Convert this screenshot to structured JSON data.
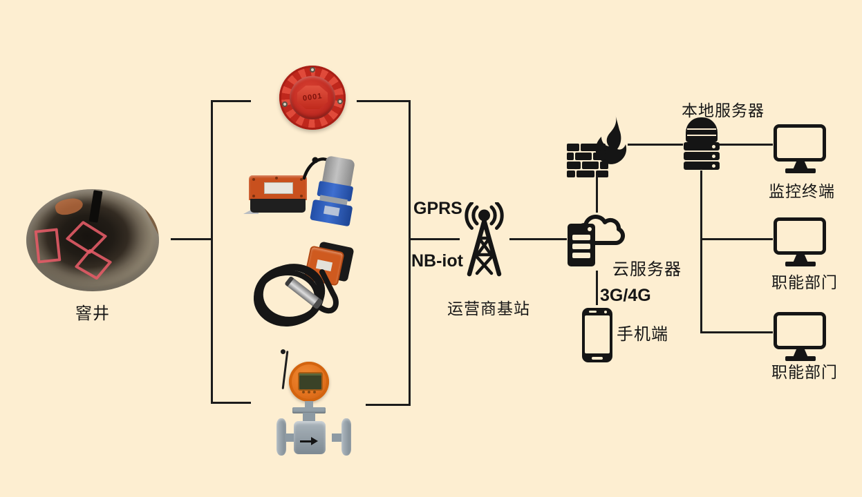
{
  "meta": {
    "title": "窨井物联网监测系统拓扑图",
    "background_color": "#fdeed1",
    "line_color": "#1b1b1b",
    "icon_color": "#151515"
  },
  "source": {
    "label": "窨井",
    "photo_name": "manhole-photo"
  },
  "devices": {
    "alarm": {
      "name": "manhole-alarm-sensor",
      "marking": "0001",
      "color": "#c9281e"
    },
    "ultrasonic": {
      "name": "ultrasonic-level-sensor",
      "box_color": "#c8501e",
      "sensor_color": "#2450a8"
    },
    "level_probe": {
      "name": "liquid-level-transmitter",
      "box_color": "#cf5a1f"
    },
    "flow_meter": {
      "name": "wireless-flow-meter",
      "head_color": "#e2711d",
      "body_color": "#8d9aa3"
    }
  },
  "network": {
    "gprs_label": "GPRS",
    "nbiot_label": "NB-iot",
    "base_station_label": "运营商基站",
    "link_3g4g_label": "3G/4G"
  },
  "cloud_server": {
    "label": "云服务器",
    "icon": "cloud-server-icon"
  },
  "firewall": {
    "icon": "firewall-flame-icon"
  },
  "phone": {
    "label": "手机端",
    "icon": "smartphone-icon"
  },
  "local_server": {
    "label": "本地服务器",
    "icon": "database-server-icon"
  },
  "terminals": [
    {
      "label": "监控终端",
      "icon": "desktop-monitor-icon"
    },
    {
      "label": "职能部门",
      "icon": "desktop-monitor-icon"
    },
    {
      "label": "职能部门",
      "icon": "desktop-monitor-icon"
    }
  ]
}
